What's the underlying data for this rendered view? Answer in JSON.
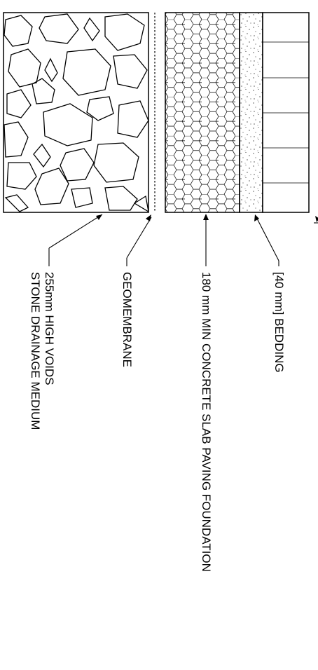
{
  "labels": {
    "stone_line1": "255mm HIGH VOIDS",
    "stone_line2": "STONE DRAINAGE MEDIUM",
    "geomembrane": "GEOMEMBRANE",
    "concrete": "180 mm MIN CONCRETE SLAB PAVING FOUNDATION",
    "bedding": "[40 mm] BEDDING"
  },
  "colors": {
    "line": "#000000",
    "background": "#ffffff"
  }
}
